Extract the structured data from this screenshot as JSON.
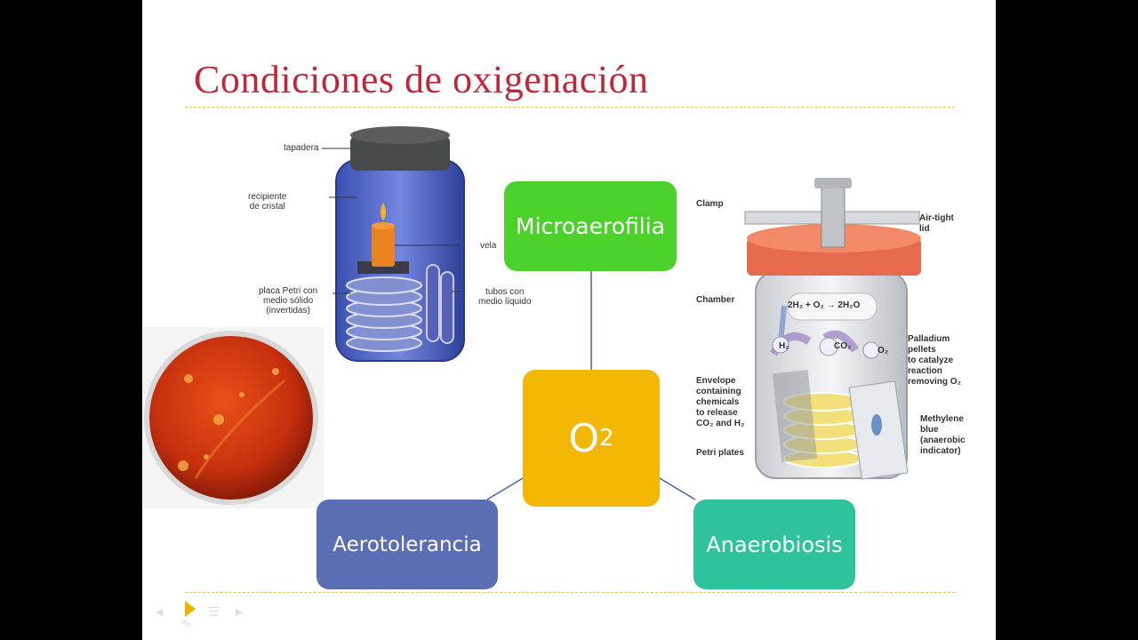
{
  "slide": {
    "title": "Condiciones de oxigenación"
  },
  "diagram": {
    "center": {
      "label": "O",
      "sub": "2",
      "color": "#f2b705"
    },
    "nodes": [
      {
        "id": "microaerofilia",
        "label": "Microaerofilia",
        "color": "#4cd12a"
      },
      {
        "id": "aerotolerancia",
        "label": "Aerotolerancia",
        "color": "#5b6db3"
      },
      {
        "id": "anaerobiosis",
        "label": "Anaerobiosis",
        "color": "#2ec39b"
      }
    ],
    "edge_color": "#4a5fa8"
  },
  "candle_jar": {
    "labels": {
      "tapadera": "tapadera",
      "recipiente": "recipiente\nde cristal",
      "vela": "vela",
      "placa": "placa Petri con\nmedio sólido\n(invertidas)",
      "tubos": "tubos con\nmedio líquido"
    }
  },
  "gaspak": {
    "labels": {
      "clamp": "Clamp",
      "lid": "Air-tight\nlid",
      "chamber": "Chamber",
      "reaction": "2H₂ + O₂ → 2H₂O",
      "h2": "H₂",
      "co2": "CO₂",
      "o2": "O₂",
      "palladium": "Palladium\npellets\nto catalyze\nreaction\nremoving O₂",
      "envelope": "Envelope\ncontaining\nchemicals\nto release\nCO₂ and H₂",
      "methylene": "Methylene\nblue\n(anaerobic\nindicator)",
      "petri": "Petri plates"
    }
  }
}
